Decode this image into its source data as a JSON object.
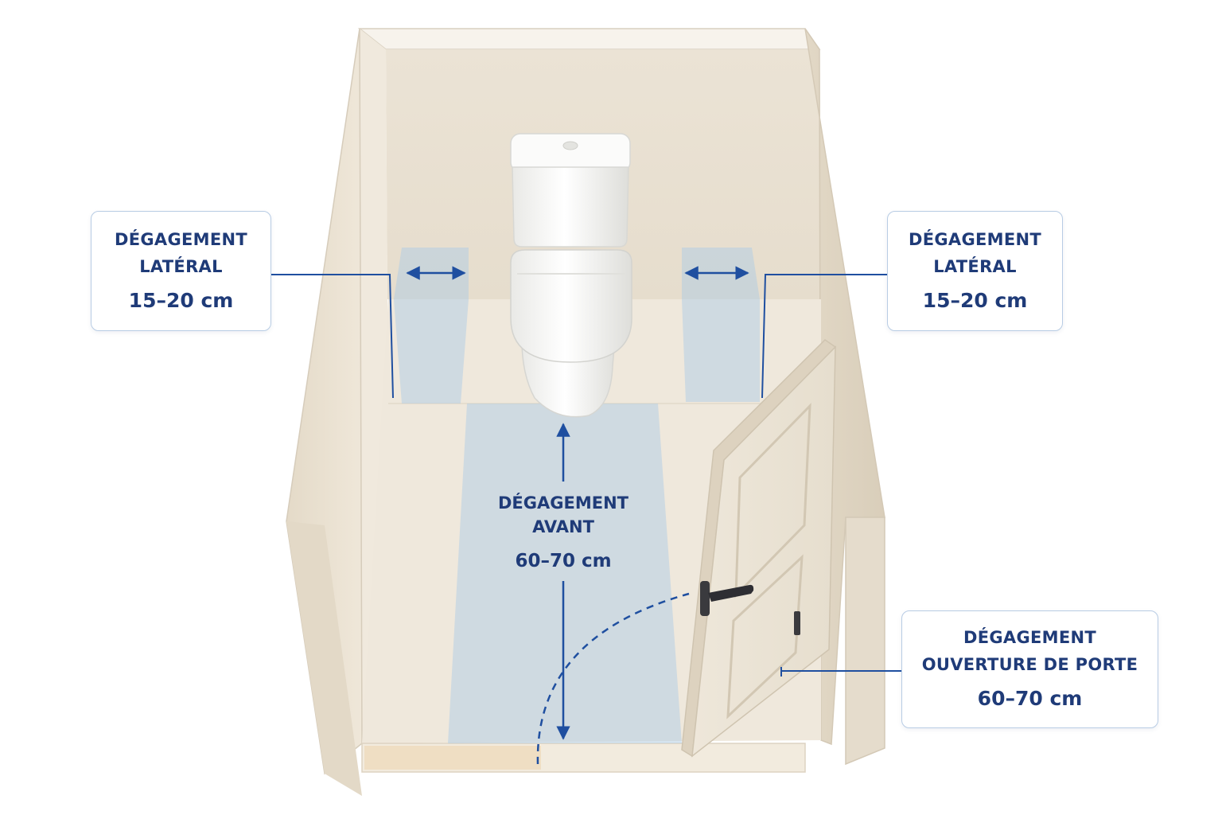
{
  "colors": {
    "accent": "#1f4fa0",
    "label_text": "#1f3b78",
    "clearance_zone": "#a9c9e6",
    "wall": "#ece4d6",
    "floor": "#efe7da"
  },
  "callouts": {
    "lateral_left": {
      "line1": "DÉGAGEMENT",
      "line2": "LATÉRAL",
      "value": "15–20 cm"
    },
    "lateral_right": {
      "line1": "DÉGAGEMENT",
      "line2": "LATÉRAL",
      "value": "15–20 cm"
    },
    "front": {
      "line1": "DÉGAGEMENT",
      "line2": "AVANT",
      "value": "60–70 cm"
    },
    "door": {
      "line1": "DÉGAGEMENT",
      "line2": "OUVERTURE DE PORTE",
      "value": "60–70 cm"
    }
  },
  "icons": [
    "toilet-icon",
    "door-icon",
    "door-handle-icon",
    "door-hinge-icon",
    "double-arrow-icon"
  ]
}
